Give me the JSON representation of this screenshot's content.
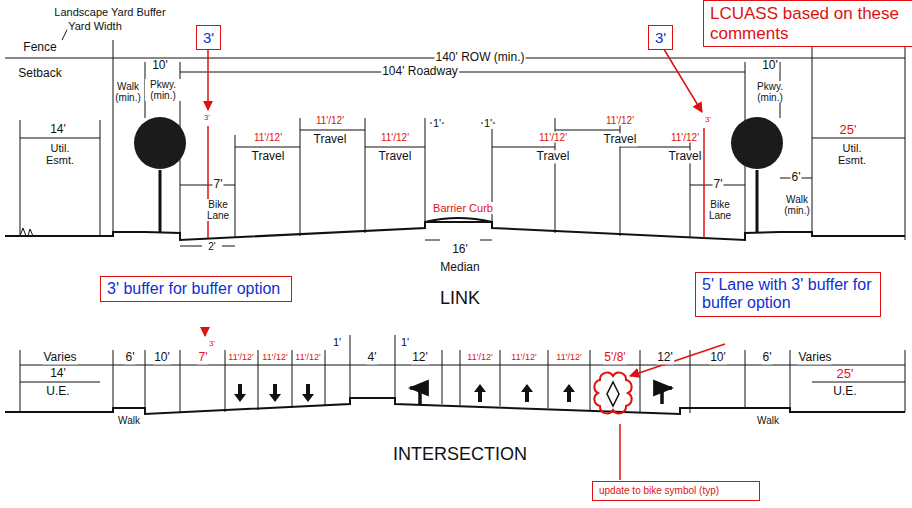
{
  "diagram": {
    "nodes": [
      {
        "text": [
          "LCUASS based on these comments"
        ]
      },
      {
        "text": [
          "3'"
        ]
      },
      {
        "text": [
          "3'"
        ]
      },
      {
        "text": [
          "3' buffer for buffer option"
        ]
      },
      {
        "text": [
          "5' Lane with 3' buffer for buffer option"
        ]
      },
      {
        "text": [
          "update to bike symbol (typ)"
        ]
      }
    ],
    "labels": [
      "Landscape Yard Buffer",
      "Yard Width",
      "Fence",
      "Setback",
      "140' ROW (min.)",
      "10'",
      "Walk (min.)",
      "Pkwy. (min.)",
      "104' Roadway",
      "3'",
      "3'",
      "10'",
      "Pkwy. (min.)",
      "14'",
      "Util. Esmt.",
      "11'/12'",
      "Travel",
      "11'/12'",
      "Travel",
      "11'/12'",
      "Travel",
      "1'",
      "1'",
      "11'/12'",
      "Travel",
      "11'/12'",
      "Travel",
      "11'/12'",
      "Travel",
      "7'",
      "Bike Lane",
      "7'",
      "Bike Lane",
      "6'",
      "Walk (min.)",
      "25'",
      "Util. Esmt.",
      "Barrier Curb",
      "2'",
      "16'",
      "Median",
      "LINK",
      "Varies",
      "6'",
      "10'",
      "3'",
      "7'",
      "11'/12'",
      "11'/12'",
      "11'/12'",
      "1'",
      "4'",
      "1'",
      "12'",
      "11'/12'",
      "11'/12'",
      "11'/12'",
      "5'/8'",
      "12'",
      "10'",
      "6'",
      "Varies",
      "14'",
      "U.E.",
      "Walk",
      "Walk",
      "25'",
      "U.E.",
      "INTERSECTION"
    ]
  }
}
